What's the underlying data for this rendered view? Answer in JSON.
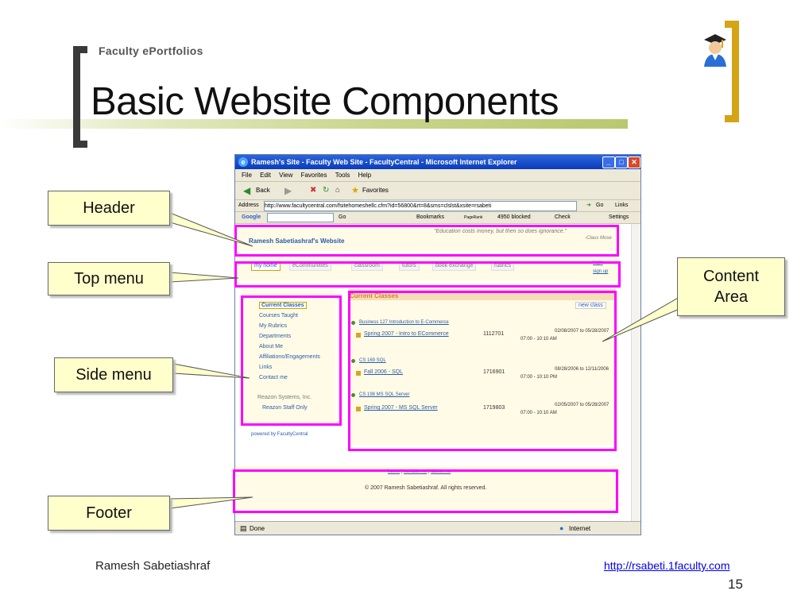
{
  "slide": {
    "subtitle": "Faculty ePortfolios",
    "title": "Basic Website Components",
    "author": "Ramesh Sabetiashraf",
    "url": "http://rsabeti.1faculty.com",
    "slide_number": "15",
    "accent_color": "#d4a414",
    "highlight_color": "#ff00ff"
  },
  "callouts": {
    "header": "Header",
    "top_menu": "Top menu",
    "side_menu": "Side menu",
    "footer": "Footer",
    "content_line1": "Content",
    "content_line2": "Area"
  },
  "browser": {
    "window_title": "Ramesh's Site - Faculty Web Site - FacultyCentral - Microsoft Internet Explorer",
    "menu": [
      "File",
      "Edit",
      "View",
      "Favorites",
      "Tools",
      "Help"
    ],
    "toolbar": {
      "back": "Back",
      "favorites": "Favorites"
    },
    "address_label": "Address",
    "address": "http://www.facultycentral.com/fsitehomeshellc.cfm?id=56800&rt=8&sms=clslst&xsite=rsabeti",
    "go": "Go",
    "links": "Links",
    "google": {
      "label": "Google",
      "go": "Go",
      "bookmarks": "Bookmarks",
      "pagerank": "PageRank",
      "blocked": "4950 blocked",
      "check": "Check",
      "settings": "Settings"
    },
    "status": "Done",
    "zone": "Internet"
  },
  "site": {
    "title": "Ramesh Sabetiashraf's Website",
    "quote": "\"Education costs money, but then so does ignorance.\"",
    "quote_author": "-Claus Mose",
    "top_menu": [
      "my home",
      "eCommunities",
      "classroom",
      "tutors",
      "book exchange",
      "rubrics"
    ],
    "login": "login",
    "signup": "sign up",
    "side_menu": [
      "Current Classes",
      "Courses Taught",
      "My Rubrics",
      "Departments",
      "About Me",
      "Affiliations/Engagements",
      "Links",
      "Contact me"
    ],
    "org": "Reazon Systems, Inc.",
    "org_sub": "Reazon Staff Only",
    "powered_by": "powered by FacultyCentral",
    "content_title": "Current Classes",
    "new_class": "new class",
    "courses": [
      {
        "head": "Business 127   Introduction to E-Commerce",
        "section": "Spring 2007 - Intro to ECommerce",
        "code": "1112701",
        "time": "07:00 - 10:10 AM",
        "dates": "02/08/2007 to 05/28/2007"
      },
      {
        "head": "CS 169   SQL",
        "section": "Fall 2006 - SQL",
        "code": "1716901",
        "time": "07:00 - 10:10 PM",
        "dates": "08/28/2006 to 12/11/2006"
      },
      {
        "head": "CS 198   MS SQL Server",
        "section": "Spring 2007 - MS SQL Server",
        "code": "1719803",
        "time": "07:00 - 10:10 AM",
        "dates": "02/05/2007 to 05/28/2007"
      }
    ],
    "footer_links": [
      "home",
      "contact me",
      "about me"
    ],
    "copyright": "© 2007 Ramesh Sabetiashraf. All rights reserved."
  }
}
